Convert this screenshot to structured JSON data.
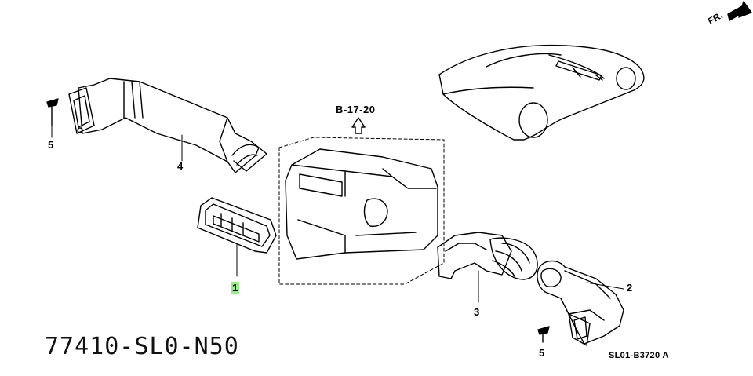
{
  "diagram": {
    "part_number": "77410-SL0-N50",
    "reference": "B-17-20",
    "drawing_code": "SL01-B3720 A",
    "direction_label": "FR.",
    "callouts": [
      {
        "id": "1",
        "label": "1",
        "highlighted": true
      },
      {
        "id": "2",
        "label": "2",
        "highlighted": false
      },
      {
        "id": "3",
        "label": "3",
        "highlighted": false
      },
      {
        "id": "4",
        "label": "4",
        "highlighted": false
      },
      {
        "id": "5a",
        "label": "5",
        "highlighted": false
      },
      {
        "id": "5b",
        "label": "5",
        "highlighted": false
      }
    ],
    "colors": {
      "line": "#000000",
      "highlight": "#9be88f",
      "background": "#ffffff"
    }
  }
}
